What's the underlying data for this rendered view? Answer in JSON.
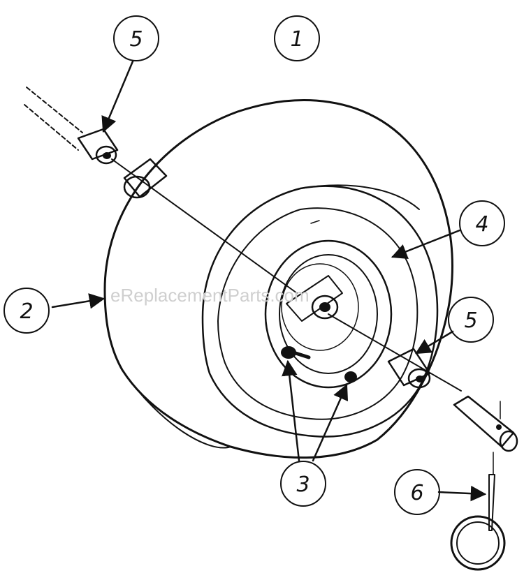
{
  "watermark": "eReplacementParts.com",
  "callouts": [
    {
      "id": "1",
      "label": "1"
    },
    {
      "id": "2",
      "label": "2"
    },
    {
      "id": "3",
      "label": "3"
    },
    {
      "id": "4",
      "label": "4"
    },
    {
      "id": "5a",
      "label": "5"
    },
    {
      "id": "5b",
      "label": "5"
    },
    {
      "id": "6",
      "label": "6"
    }
  ],
  "colors": {
    "ink": "#111111",
    "watermark": "#cfcfcf",
    "background": "#ffffff"
  }
}
